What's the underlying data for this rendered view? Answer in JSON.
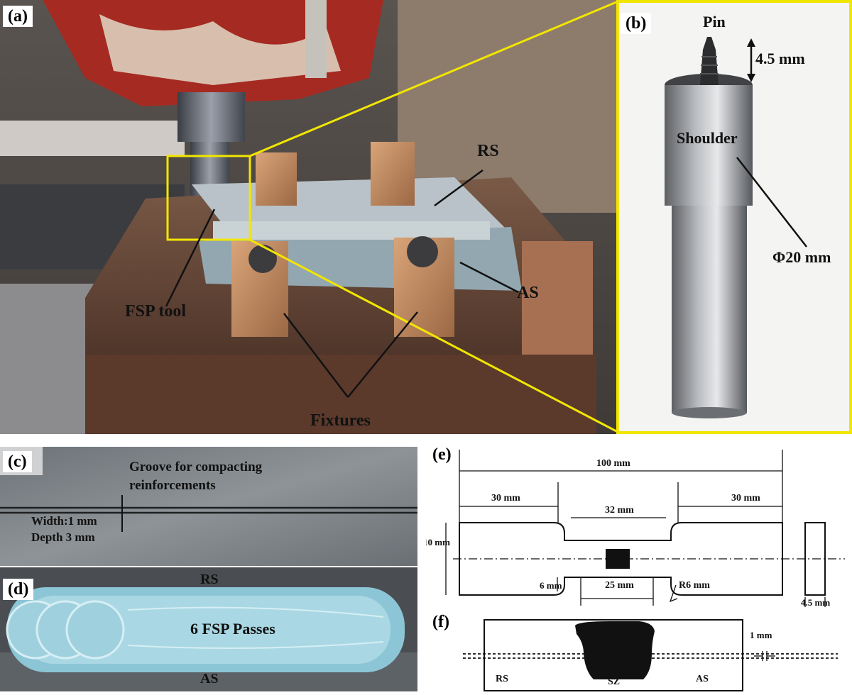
{
  "panel_labels": {
    "a": "(a)",
    "b": "(b)",
    "c": "(c)",
    "d": "(d)",
    "e": "(e)",
    "f": "(f)"
  },
  "panel_a": {
    "rs": "RS",
    "as": "AS",
    "fsp_tool": "FSP tool",
    "fixtures": "Fixtures"
  },
  "panel_b": {
    "pin": "Pin",
    "pin_length": "4.5 mm",
    "shoulder": "Shoulder",
    "diameter": "Φ20 mm"
  },
  "panel_c": {
    "groove_line1": "Groove for compacting",
    "groove_line2": "reinforcements",
    "width": "Width:1 mm",
    "depth": "Depth 3 mm"
  },
  "panel_d": {
    "rs": "RS",
    "passes": "6 FSP Passes",
    "as": "AS"
  },
  "panel_e": {
    "total": "100 mm",
    "left": "30 mm",
    "right": "30 mm",
    "gauge": "32 mm",
    "height": "10 mm",
    "six": "6 mm",
    "narrow": "25 mm",
    "radius": "R6 mm",
    "thickness": "4.5 mm"
  },
  "panel_f": {
    "rs": "RS",
    "sz": "SZ",
    "as": "AS",
    "gap": "1 mm"
  },
  "colors": {
    "frame_yellow": "#f2e600",
    "photo_text": "#111111"
  }
}
